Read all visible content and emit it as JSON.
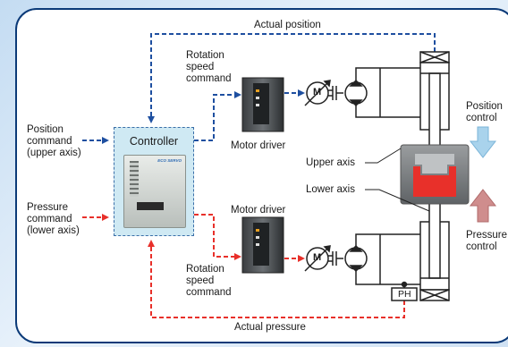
{
  "labels": {
    "actual_position": "Actual position",
    "actual_pressure": "Actual pressure",
    "rotation_speed_command_top": "Rotation\nspeed\ncommand",
    "rotation_speed_command_bottom": "Rotation\nspeed\ncommand",
    "position_command": "Position\ncommand\n(upper axis)",
    "pressure_command": "Pressure\ncommand\n(lower axis)",
    "controller": "Controller",
    "motor_driver_top": "Motor driver",
    "motor_driver_bottom": "Motor driver",
    "upper_axis": "Upper axis",
    "lower_axis": "Lower axis",
    "position_control": "Position\ncontrol",
    "pressure_control": "Pressure\ncontrol",
    "ph": "PH",
    "motor": "M",
    "device_brand": "ECO SERVO"
  },
  "colors": {
    "frame_border": "#0b3a78",
    "position_line": "#1e4fa0",
    "pressure_line": "#e8302a",
    "controller_fill": "#cfe9f3",
    "workpiece": "#e8302a",
    "position_arrow": "#a9d3ec",
    "pressure_arrow": "#cf8d8d"
  },
  "icons": [
    "motor-icon",
    "pump-icon",
    "coupling-icon",
    "motor-driver-icon",
    "controller-device-icon",
    "hydraulic-cylinder-icon",
    "press-die-icon",
    "valve-icon"
  ]
}
